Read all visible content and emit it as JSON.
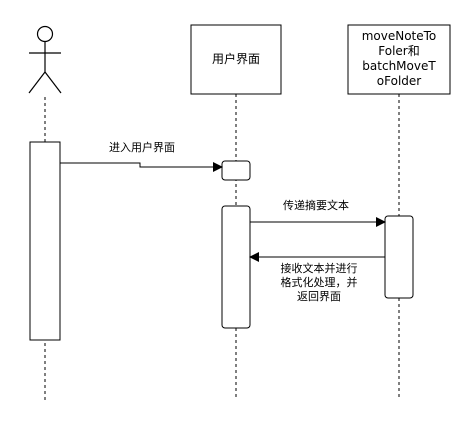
{
  "participants": [
    {
      "id": "actor",
      "label": ""
    },
    {
      "id": "user_ui",
      "label": "用户界面"
    },
    {
      "id": "move_api",
      "label_lines": [
        "moveNoteTo",
        "Foler和",
        "batchMoveT",
        "oFolder"
      ]
    }
  ],
  "messages": [
    {
      "from": "actor",
      "to": "user_ui",
      "label": "进入用户界面"
    },
    {
      "from": "user_ui",
      "to": "move_api",
      "label": "传递摘要文本"
    },
    {
      "from": "move_api",
      "to": "user_ui",
      "label_lines": [
        "接收文本并进行",
        "格式化处理，并",
        "返回界面"
      ]
    }
  ]
}
